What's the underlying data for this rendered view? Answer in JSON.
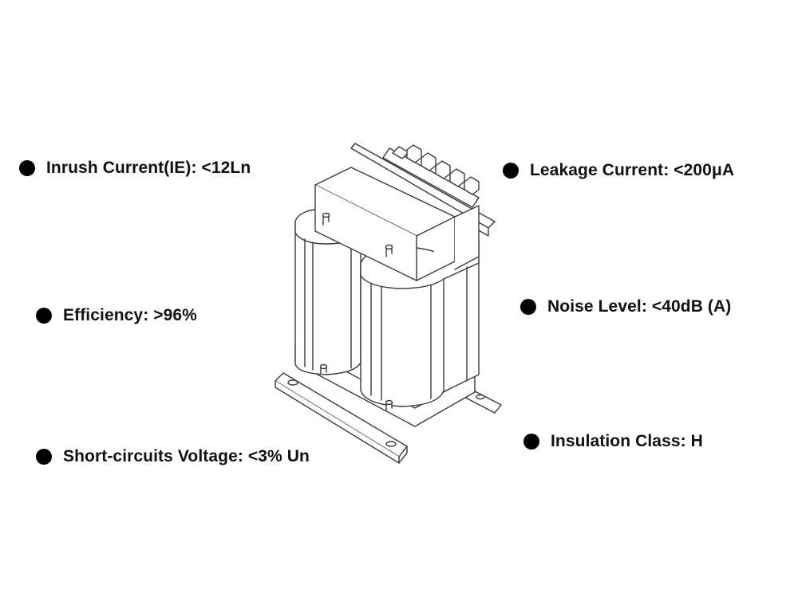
{
  "colors": {
    "text": "#111111",
    "bullet": "#000000",
    "line": "#3a3a3a",
    "background": "#ffffff"
  },
  "specs": {
    "left": [
      {
        "label": "Inrush Current(IE): <12Ln"
      },
      {
        "label": "Efficiency: >96%"
      },
      {
        "label": "Short-circuits Voltage: <3% Un"
      }
    ],
    "right": [
      {
        "label": "Leakage Current: <200μA"
      },
      {
        "label": "Noise Level: <40dB (A)"
      },
      {
        "label": "Insulation Class: H"
      }
    ]
  },
  "illustration": {
    "icon": "transformer-line-drawing-icon"
  }
}
